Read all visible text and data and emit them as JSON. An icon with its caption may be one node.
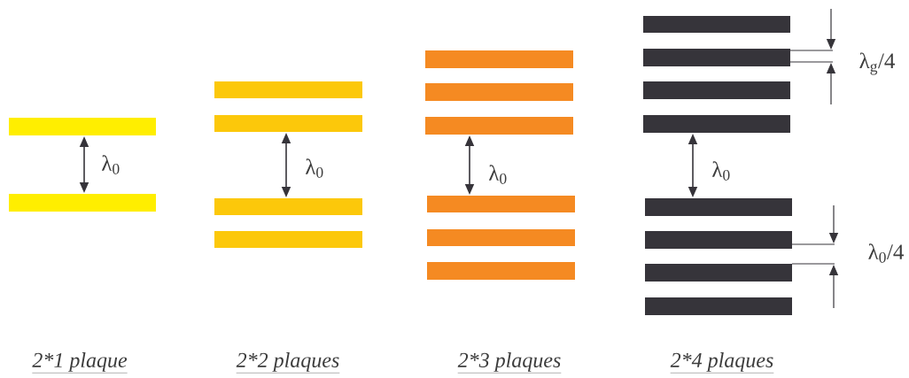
{
  "diagram": {
    "labels": [
      "λ$_{g}$/4",
      "λ$_{0}$",
      "λ$_{0}$",
      "λ$_{0}$",
      "λ$_{0}$",
      "λ$_{0}$/4",
      "2*1 plaque",
      "2*2 plaques",
      "2*3 plaques",
      "2*4 plaques"
    ]
  }
}
